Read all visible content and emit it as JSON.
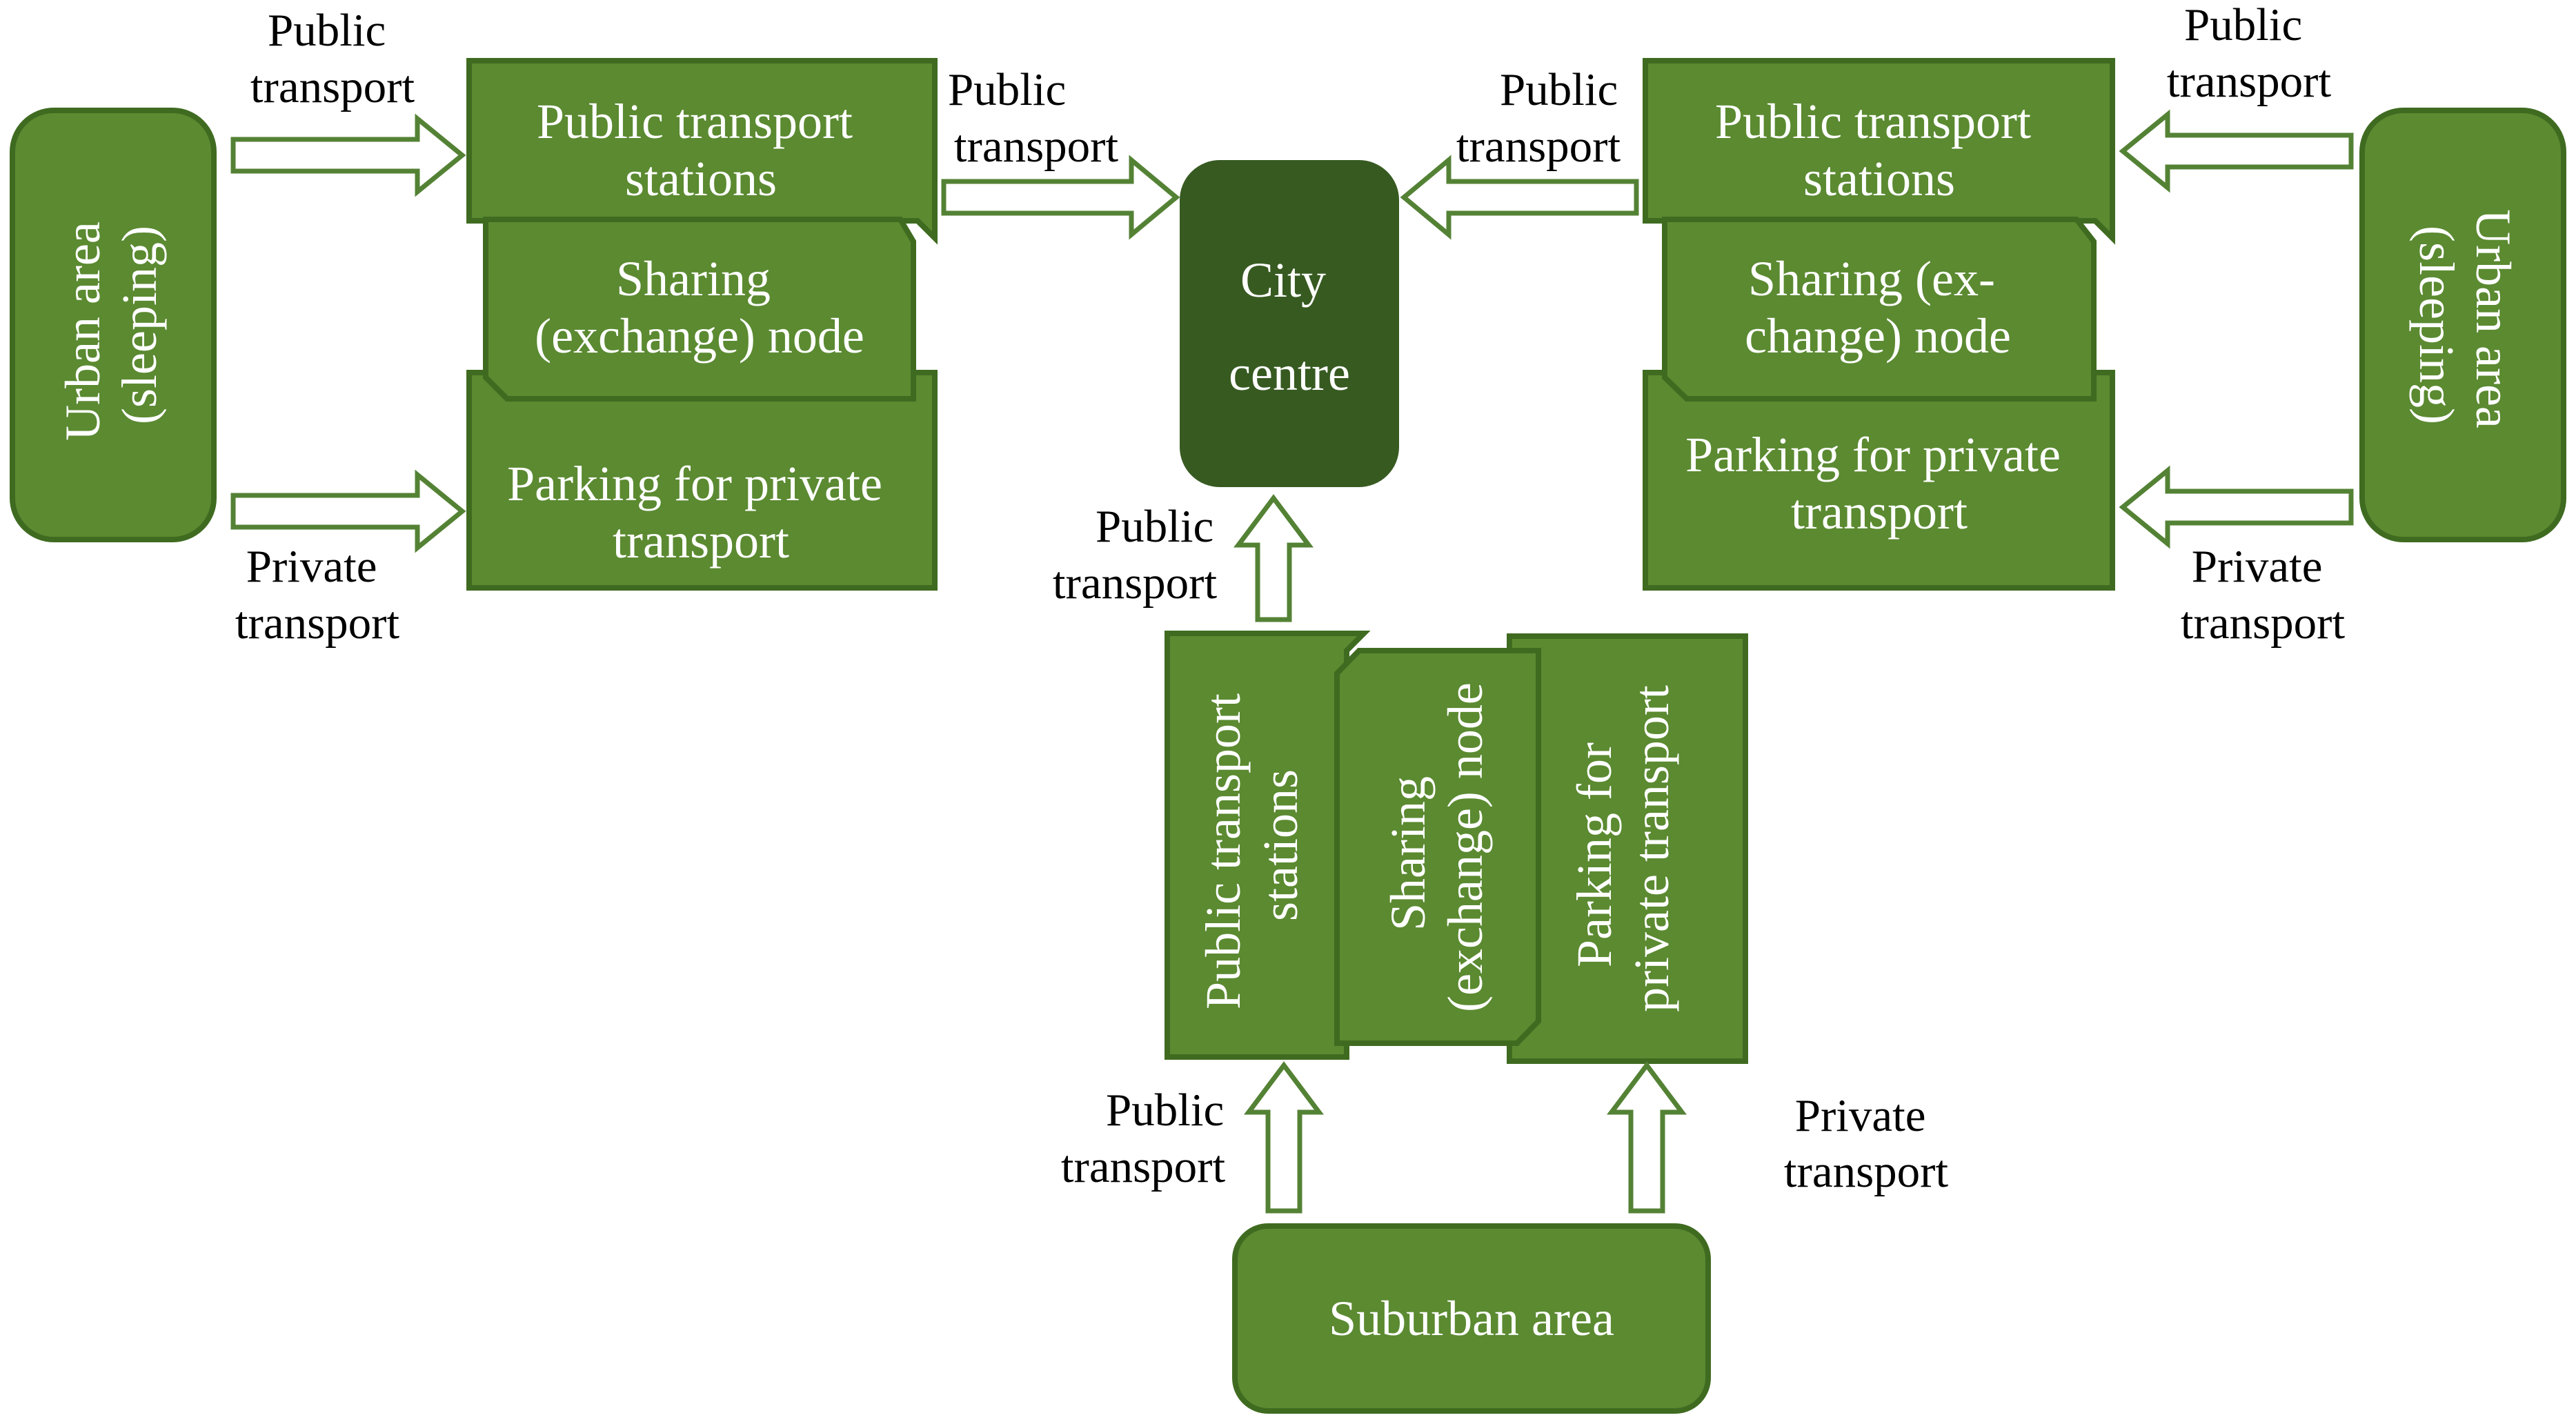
{
  "left_cluster": {
    "urban_area": [
      "Urban area",
      "(sleeping)"
    ],
    "pt_stations": [
      "Public transport",
      "stations"
    ],
    "sharing_node": [
      "Sharing",
      "(exchange) node"
    ],
    "parking": [
      "Parking for private",
      "transport"
    ],
    "label_public_in": [
      "Public",
      "transport"
    ],
    "label_private_in": [
      "Private",
      "transport"
    ],
    "label_public_out": [
      "Public",
      "transport"
    ]
  },
  "right_cluster": {
    "urban_area": [
      "Urban area",
      "(sleeping)"
    ],
    "pt_stations": [
      "Public transport",
      "stations"
    ],
    "sharing_node": [
      "Sharing (ex-",
      "change) node"
    ],
    "parking": [
      "Parking for private",
      "transport"
    ],
    "label_public_in": [
      "Public",
      "transport"
    ],
    "label_private_in": [
      "Private",
      "transport"
    ],
    "label_public_out": [
      "Public",
      "transport"
    ]
  },
  "center": {
    "city_centre": [
      "City",
      "centre"
    ]
  },
  "bottom_cluster": {
    "pt_stations": [
      "Public transport",
      "stations"
    ],
    "sharing_node": [
      "Sharing",
      "(exchange) node"
    ],
    "parking": [
      "Parking for",
      "private   transport"
    ],
    "suburban_area": "Suburban area",
    "label_public_up": [
      "Public",
      "transport"
    ],
    "label_public_in": [
      "Public",
      "transport"
    ],
    "label_private_in": [
      "Private",
      "transport"
    ]
  },
  "colors": {
    "box_fill": "#5b8a31",
    "box_border": "#3f6b20",
    "city_fill": "#375a21",
    "arrow_border": "#548235",
    "text_light": "#ffffff",
    "text_dark": "#000000"
  }
}
